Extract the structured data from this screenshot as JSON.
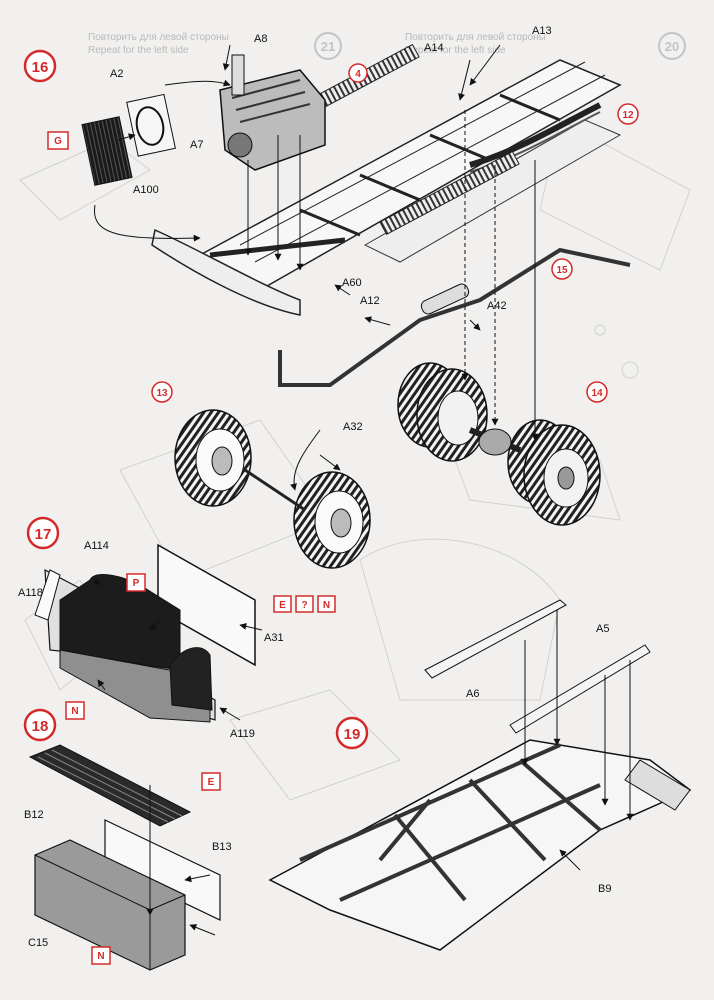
{
  "colors": {
    "accent": "#d42a2a",
    "paper": "#f1f0ee",
    "ink": "#111111",
    "ghost": "#c4c4c4"
  },
  "steps": {
    "s16": "16",
    "s17": "17",
    "s18": "18",
    "s19": "19"
  },
  "sub_refs": {
    "r4": "4",
    "r12": "12",
    "r13": "13",
    "r14": "14",
    "r15": "15"
  },
  "ghost_steps": {
    "g21": "21",
    "g20": "20"
  },
  "ghost_text": {
    "top_left_ru": "Повторить для левой стороны",
    "top_left_en": "Repeat for the left side",
    "top_right_ru": "Повторить для левой стороны",
    "top_right_en": "Repeat for the left side"
  },
  "paint_codes": {
    "g": "G",
    "p": "P",
    "e": "E",
    "q": "?",
    "n": "N",
    "n2": "N",
    "e2": "E",
    "n3": "N"
  },
  "parts": {
    "a8": "A8",
    "a2": "A2",
    "a7": "A7",
    "a100": "A100",
    "a14": "A14",
    "a13": "A13",
    "a60": "A60",
    "a12": "A12",
    "a42": "A42",
    "a32": "A32",
    "a114": "A114",
    "a118": "A118",
    "a31": "A31",
    "a119": "A119",
    "a5": "A5",
    "a6": "A6",
    "b12": "B12",
    "b13": "B13",
    "c15": "C15",
    "b9": "B9"
  }
}
